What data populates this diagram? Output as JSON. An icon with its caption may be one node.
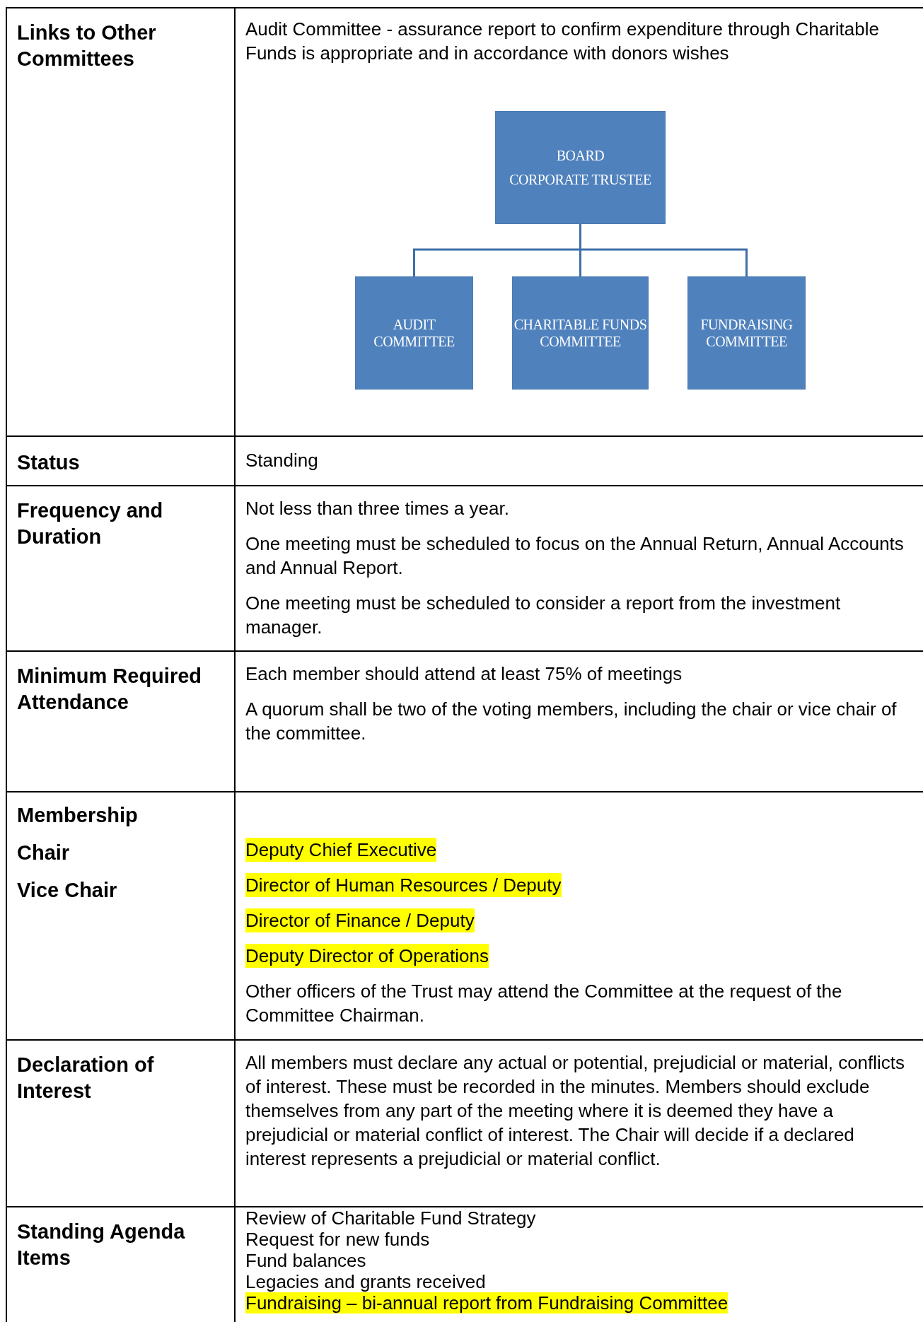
{
  "diagram": {
    "nodes": [
      {
        "text": [
          "BOARD",
          "CORPORATE TRUSTEE"
        ]
      },
      {
        "text": [
          "AUDIT COMMITTEE"
        ]
      },
      {
        "text": [
          "CHARITABLE FUNDS COMMITTEE"
        ]
      },
      {
        "text": [
          "FUNDRAISING COMMITTEE"
        ]
      }
    ],
    "edges": [
      {
        "from": 0,
        "to": 1,
        "arrow": "none"
      },
      {
        "from": 0,
        "to": 2,
        "arrow": "none"
      },
      {
        "from": 0,
        "to": 3,
        "arrow": "none"
      }
    ],
    "labels": [
      "Links to Other Committees",
      "Audit Committee - assurance report to confirm expenditure through Charitable Funds is appropriate and in accordance with donors wishes",
      "Status",
      "Standing",
      "Frequency and Duration",
      "Not less than three times a year.",
      "One meeting must be scheduled to focus on the Annual Return, Annual Accounts and Annual Report.",
      "One meeting must be scheduled to consider a report from the investment manager.",
      "Minimum Required Attendance",
      "Each member should attend at least 75% of meetings",
      "A quorum shall be two of the voting members, including the chair or vice chair of the committee.",
      "Membership",
      "Chair",
      "Vice Chair",
      "Deputy Chief Executive",
      "Director of Human Resources / Deputy",
      "Director of Finance / Deputy",
      "Deputy Director of Operations",
      "Other officers of the Trust may attend the Committee at the request of the Committee Chairman.",
      "Declaration of Interest",
      "All members must declare any actual or potential, prejudicial or material, conflicts of interest.  These must be recorded in the minutes. Members should exclude themselves from any part of the meeting where it is deemed they have a prejudicial or material conflict of interest. The Chair will decide if a declared interest represents a prejudicial or material conflict.",
      "Standing Agenda Items",
      "Review of Charitable Fund Strategy",
      "Request for new funds",
      "Fund balances",
      "Legacies and grants received",
      "Fundraising – bi-annual report from Fundraising Committee"
    ]
  }
}
